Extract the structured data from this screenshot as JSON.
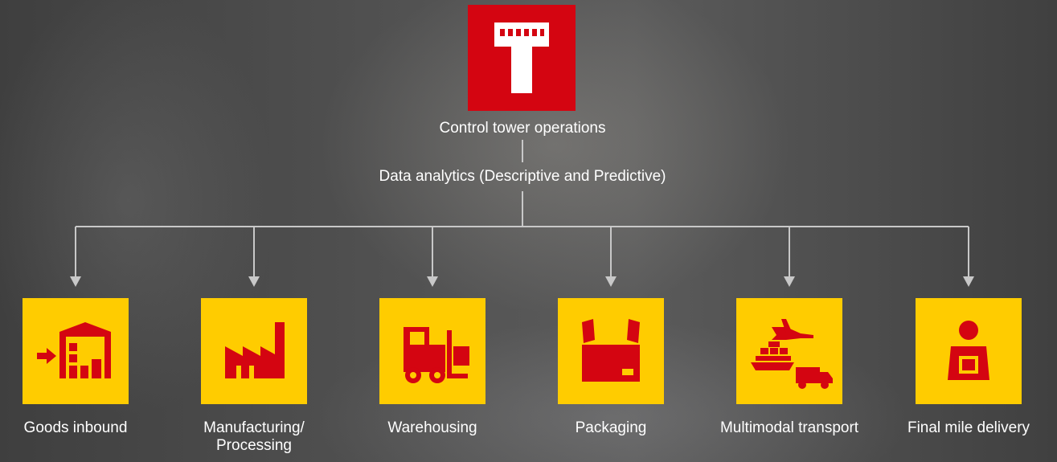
{
  "root": {
    "label": "Control tower operations",
    "icon": "control-tower-icon",
    "color": "#d40511"
  },
  "connector_label": "Data analytics (Descriptive and Predictive)",
  "connector_color": "#c8c8c8",
  "tile_color": "#ffcc00",
  "icon_color": "#d40511",
  "nodes": [
    {
      "icon": "goods-inbound-icon",
      "label_lines": [
        "Goods inbound"
      ]
    },
    {
      "icon": "factory-icon",
      "label_lines": [
        "Manufacturing/",
        "Processing"
      ]
    },
    {
      "icon": "forklift-icon",
      "label_lines": [
        "Warehousing"
      ]
    },
    {
      "icon": "package-box-icon",
      "label_lines": [
        "Packaging"
      ]
    },
    {
      "icon": "multimodal-transport-icon",
      "label_lines": [
        "Multimodal transport"
      ]
    },
    {
      "icon": "delivery-person-icon",
      "label_lines": [
        "Final mile delivery"
      ]
    }
  ]
}
